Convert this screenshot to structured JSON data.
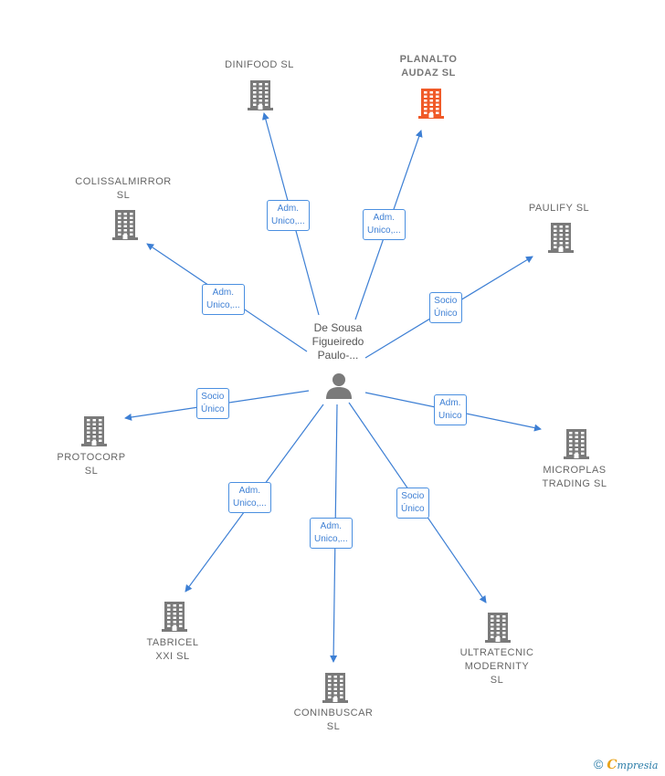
{
  "colors": {
    "edge": "#3d7fd4",
    "building": "#7a7a7a",
    "building_highlight": "#f05a28",
    "person": "#7a7a7a"
  },
  "person": {
    "label": "De Sousa\nFigueiredo\nPaulo-...",
    "icon": "person-icon"
  },
  "companies": [
    {
      "id": "dinifood",
      "label": "DINIFOOD  SL",
      "highlight": false
    },
    {
      "id": "planalto",
      "label": "PLANALTO\nAUDAZ  SL",
      "highlight": true
    },
    {
      "id": "colissalmirror",
      "label": "COLISSALMIRROR\nSL",
      "highlight": false
    },
    {
      "id": "paulify",
      "label": "PAULIFY  SL",
      "highlight": false
    },
    {
      "id": "protocorp",
      "label": "PROTOCORP\nSL",
      "highlight": false
    },
    {
      "id": "microplas",
      "label": "MICROPLAS\nTRADING  SL",
      "highlight": false
    },
    {
      "id": "tabricel",
      "label": "TABRICEL\nXXI  SL",
      "highlight": false
    },
    {
      "id": "coninbuscar",
      "label": "CONINBUSCAR\nSL",
      "highlight": false
    },
    {
      "id": "ultratecnic",
      "label": "ULTRATECNIC\nMODERNITY\nSL",
      "highlight": false
    }
  ],
  "edges": [
    {
      "to": "dinifood",
      "label": "Adm.\nUnico,..."
    },
    {
      "to": "planalto",
      "label": "Adm.\nUnico,..."
    },
    {
      "to": "colissalmirror",
      "label": "Adm.\nUnico,..."
    },
    {
      "to": "paulify",
      "label": "Socio\nÚnico"
    },
    {
      "to": "protocorp",
      "label": "Socio\nÚnico"
    },
    {
      "to": "microplas",
      "label": "Adm.\nUnico"
    },
    {
      "to": "tabricel",
      "label": "Adm.\nUnico,..."
    },
    {
      "to": "coninbuscar",
      "label": "Adm.\nUnico,..."
    },
    {
      "to": "ultratecnic",
      "label": "Socio\nÚnico"
    }
  ],
  "brand": {
    "copyright": "©",
    "initial": "C",
    "name": "mpresia"
  }
}
